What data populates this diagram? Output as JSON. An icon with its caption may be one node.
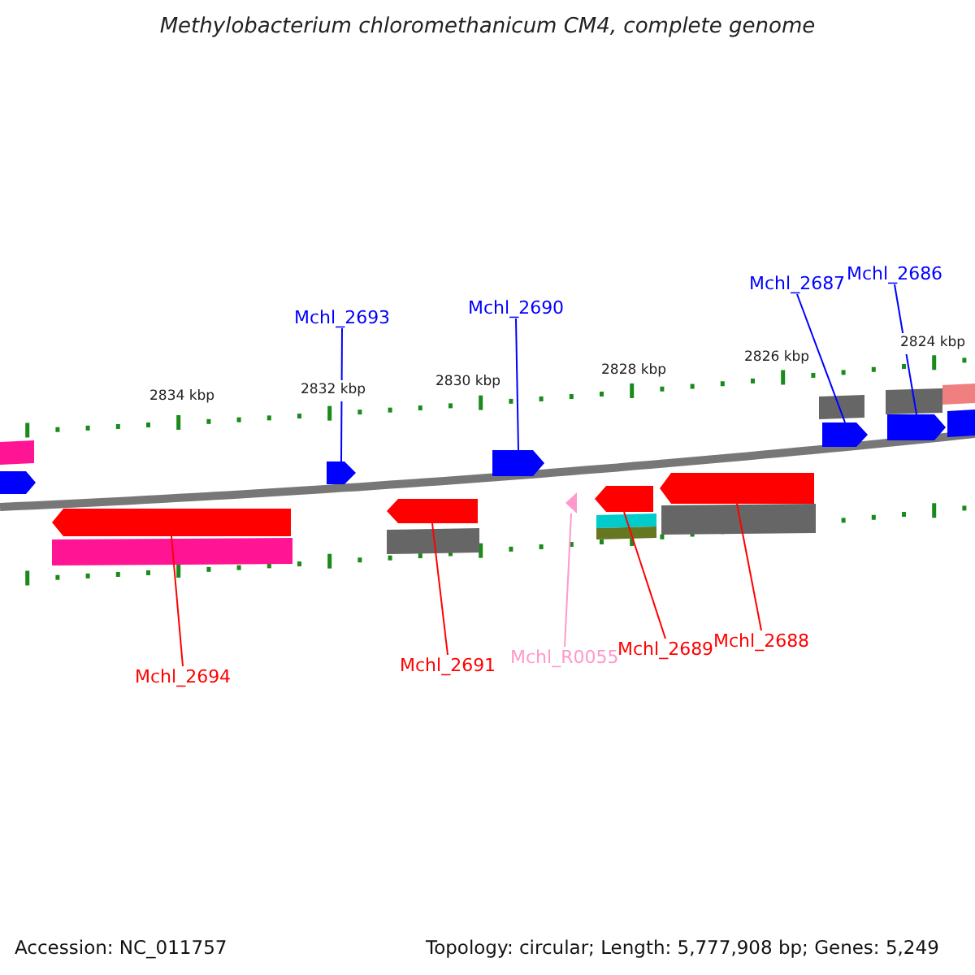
{
  "diagram": {
    "title": "Methylobacterium chloromethanicum CM4, complete genome",
    "nodes": [
      {
        "text": [
          "Mchl_2693"
        ]
      },
      {
        "text": [
          "Mchl_2690"
        ]
      },
      {
        "text": [
          "Mchl_2687"
        ]
      },
      {
        "text": [
          "Mchl_2686"
        ]
      },
      {
        "text": [],
        "shape": "arrow"
      },
      {
        "text": [],
        "shape": "arrow"
      },
      {
        "text": [],
        "shape": "arrow"
      },
      {
        "text": [],
        "shape": "arrow"
      },
      {
        "text": [],
        "shape": "arrow"
      },
      {
        "text": [],
        "shape": "arrow"
      },
      {
        "text": [],
        "shape": "triangle"
      },
      {
        "text": [],
        "shape": "arrow"
      },
      {
        "text": [],
        "shape": "arrow"
      },
      {
        "text": [
          "Mchl_2694"
        ]
      },
      {
        "text": [
          "Mchl_2691"
        ]
      },
      {
        "text": [
          "Mchl_R0055"
        ]
      },
      {
        "text": [
          "Mchl_2689"
        ]
      },
      {
        "text": [
          "Mchl_2688"
        ]
      }
    ],
    "edges": [
      {
        "from": 0,
        "to": 4,
        "arrow": "none",
        "color": "#0000ff"
      },
      {
        "from": 1,
        "to": 5,
        "arrow": "none",
        "color": "#0000ff"
      },
      {
        "from": 2,
        "to": 6,
        "arrow": "none",
        "color": "#0000ff"
      },
      {
        "from": 3,
        "to": 7,
        "arrow": "none",
        "color": "#0000ff"
      },
      {
        "from": 13,
        "to": 8,
        "arrow": "none",
        "color": "#ff0000"
      },
      {
        "from": 14,
        "to": 9,
        "arrow": "none",
        "color": "#ff0000"
      },
      {
        "from": 15,
        "to": 10,
        "arrow": "none",
        "color": "#ff99cc"
      },
      {
        "from": 16,
        "to": 11,
        "arrow": "none",
        "color": "#ff0000"
      },
      {
        "from": 17,
        "to": 12,
        "arrow": "none",
        "color": "#ff0000"
      }
    ],
    "labels": [
      "2834 kbp",
      "2832 kbp",
      "2830 kbp",
      "2828 kbp",
      "2826 kbp",
      "2824 kbp",
      "Accession: NC_011757",
      "Topology: circular; Length: 5,777,908 bp; Genes: 5,249"
    ]
  }
}
